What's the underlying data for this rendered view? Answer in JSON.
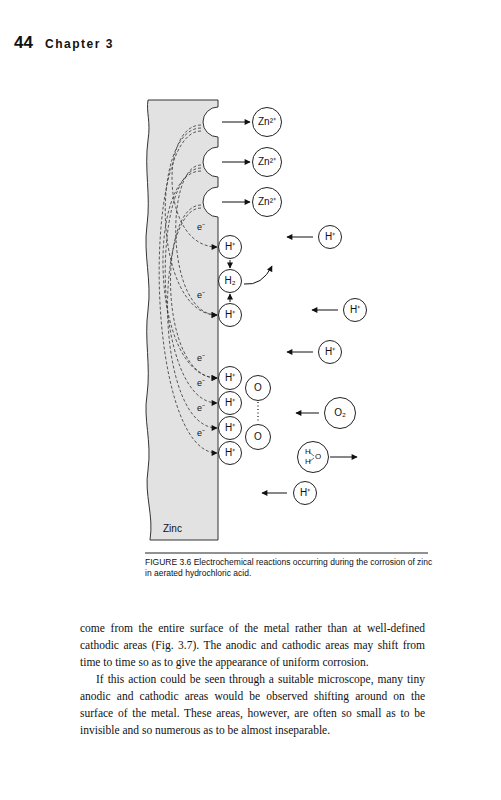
{
  "diagram": {
    "caption": "FIGURE 3.6 Electrochemical reactions occurring during the corrosion of zinc in aerated hydrochloric acid.",
    "nodes": [
      {
        "text": [
          "Zn²⁺"
        ]
      },
      {
        "text": [
          "Zn²⁺"
        ]
      },
      {
        "text": [
          "Zn²⁺"
        ]
      },
      {
        "text": [
          "H⁺"
        ]
      },
      {
        "text": [
          "H⁺"
        ]
      },
      {
        "text": [
          "H₂"
        ]
      },
      {
        "text": [
          "H⁺"
        ]
      },
      {
        "text": [
          "H⁺"
        ]
      },
      {
        "text": [
          "H⁺"
        ]
      },
      {
        "text": [
          "H⁺"
        ]
      },
      {
        "text": [
          "O"
        ]
      },
      {
        "text": [
          "H⁺"
        ]
      },
      {
        "text": [
          "O₂"
        ]
      },
      {
        "text": [
          "H⁺"
        ]
      },
      {
        "text": [
          "O"
        ]
      },
      {
        "text": [
          "H⁺"
        ]
      },
      {
        "text": [
          "H",
          "H",
          "O"
        ]
      },
      {
        "text": [
          "H⁺"
        ]
      }
    ],
    "edges": [
      {
        "from": 4,
        "to": 5,
        "arrow": "to"
      },
      {
        "from": 7,
        "to": 5,
        "arrow": "to"
      },
      {
        "from": 10,
        "to": 14,
        "arrow": "none"
      }
    ],
    "labels": [
      "44",
      "Chapter 3",
      "e⁻",
      "e⁻",
      "e⁻",
      "e⁻",
      "e⁻",
      "e⁻",
      "Zinc",
      "come from the entire surface of the metal rather than at well-defined cathodic areas (Fig. 3.7). The anodic and cathodic areas may shift from time to time so as to give the appearance of uniform corrosion.",
      "If this action could be seen through a suitable microscope, many tiny anodic and cathodic areas would be observed shifting around on the surface of the metal. These areas, however, are often so small as to be invisible and so numerous as to be almost inseparable."
    ]
  }
}
